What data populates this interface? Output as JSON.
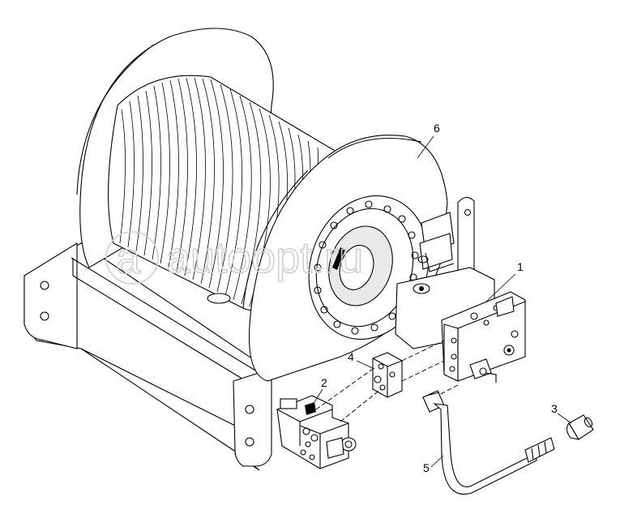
{
  "watermark": {
    "text": "autoopt.ru",
    "logo_letter": "a"
  },
  "callouts": [
    {
      "id": "1",
      "label": "1"
    },
    {
      "id": "2",
      "label": "2"
    },
    {
      "id": "3",
      "label": "3"
    },
    {
      "id": "4",
      "label": "4"
    },
    {
      "id": "5",
      "label": "5"
    },
    {
      "id": "6",
      "label": "6"
    }
  ],
  "colors": {
    "line": "#000000",
    "background": "#ffffff",
    "watermark": "#cfcfcf"
  }
}
